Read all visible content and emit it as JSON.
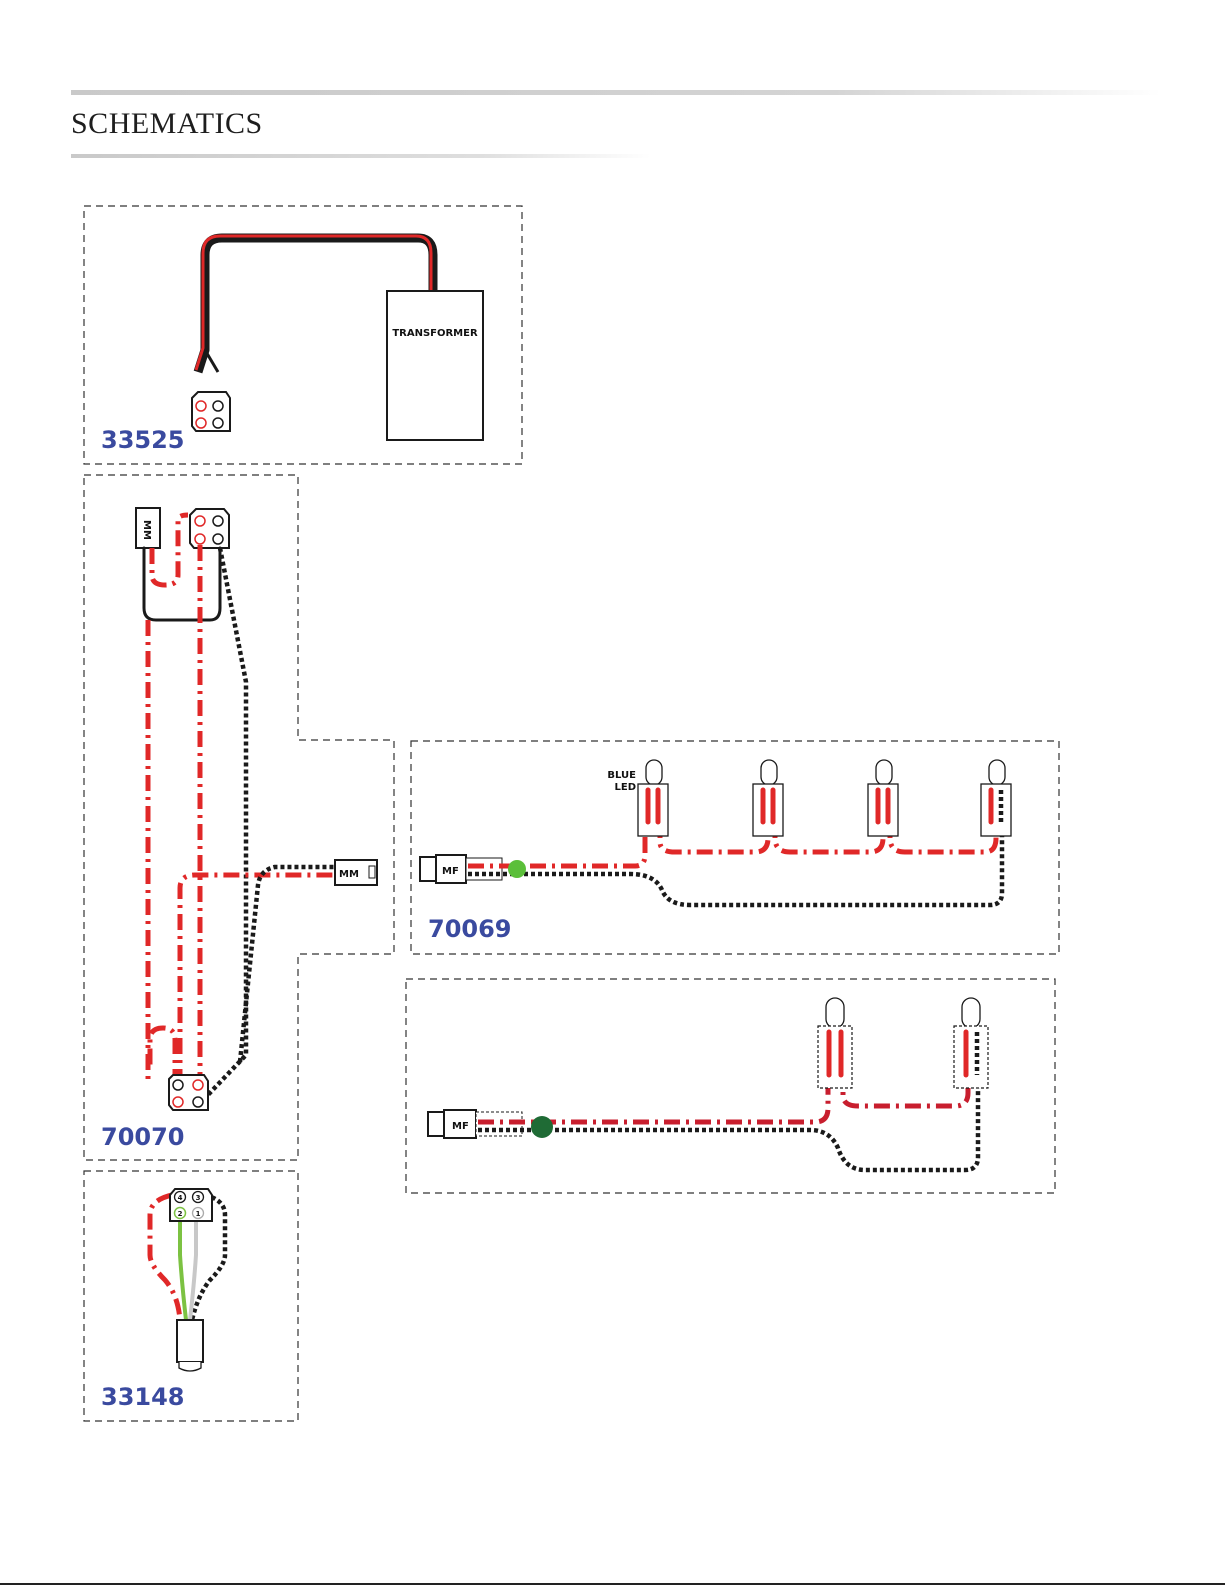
{
  "header": {
    "title": "SCHEMATICS"
  },
  "colors": {
    "wire_red": "#e02828",
    "wire_black": "#1a1a1a",
    "wire_green": "#7cc242",
    "part_number": "#3a4a9f",
    "panel_border": "#333333"
  },
  "panels": [
    {
      "part_number": "33525",
      "transformer_label": "TRANSFORMER"
    },
    {
      "part_number": "70070",
      "connectors": [
        "MM",
        "MM"
      ]
    },
    {
      "part_number": "70069",
      "connector": "MF",
      "led_label_line1": "BLUE",
      "led_label_line2": "LED"
    },
    {
      "part_number": "",
      "connector": "MF"
    },
    {
      "part_number": "33148",
      "pins": [
        "4",
        "3",
        "2",
        "1"
      ]
    }
  ]
}
